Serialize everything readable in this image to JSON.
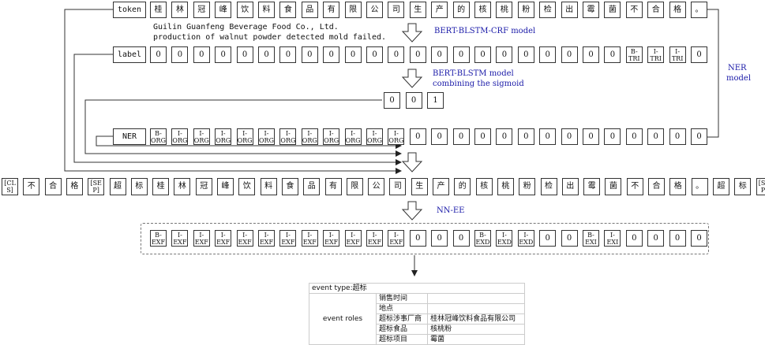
{
  "token_row": {
    "header": "token",
    "cells": [
      "桂",
      "林",
      "冠",
      "峰",
      "饮",
      "料",
      "食",
      "品",
      "有",
      "限",
      "公",
      "司",
      "生",
      "产",
      "的",
      "核",
      "桃",
      "粉",
      "检",
      "出",
      "霉",
      "菌",
      "不",
      "合",
      "格",
      "。"
    ]
  },
  "translation": "Guilin Guanfeng Beverage Food Co., Ltd. production of walnut powder detected mold failed.",
  "label_row": {
    "header": "label",
    "cells": [
      "0",
      "0",
      "0",
      "0",
      "0",
      "0",
      "0",
      "0",
      "0",
      "0",
      "0",
      "0",
      "0",
      "0",
      "0",
      "0",
      "0",
      "0",
      "0",
      "0",
      "0",
      "0",
      "B-\nTRI",
      "I-\nTRI",
      "I-\nTRI",
      "0"
    ]
  },
  "models": {
    "crf": "BERT-BLSTM-CRF model",
    "sigmoid_line1": "BERT-BLSTM model",
    "sigmoid_line2": "combining the sigmoid",
    "ner_line1": "NER",
    "ner_line2": "model",
    "nnee": "NN-EE"
  },
  "sigmoid_cells": [
    "0",
    "0",
    "1"
  ],
  "ner_row": {
    "header": "NER",
    "cells": [
      "B-\nORG",
      "I-\nORG",
      "I-\nORG",
      "I-\nORG",
      "I-\nORG",
      "I-\nORG",
      "I-\nORG",
      "I-\nORG",
      "I-\nORG",
      "I-\nORG",
      "I-\nORG",
      "I-\nORG",
      "0",
      "0",
      "0",
      "0",
      "0",
      "0",
      "0",
      "0",
      "0",
      "0",
      "0",
      "0",
      "0",
      "0"
    ]
  },
  "combined_row": [
    "[CL\nS]",
    "不",
    "合",
    "格",
    "[SE\nP]",
    "超",
    "标",
    "桂",
    "林",
    "冠",
    "峰",
    "饮",
    "料",
    "食",
    "品",
    "有",
    "限",
    "公",
    "司",
    "生",
    "产",
    "的",
    "核",
    "桃",
    "粉",
    "检",
    "出",
    "霉",
    "菌",
    "不",
    "合",
    "格",
    "。",
    "超",
    "标",
    "[SE\nP]"
  ],
  "output_row": [
    "B-\nEXF",
    "I-\nEXF",
    "I-\nEXF",
    "I-\nEXF",
    "I-\nEXF",
    "I-\nEXF",
    "I-\nEXF",
    "I-\nEXF",
    "I-\nEXF",
    "I-\nEXF",
    "I-\nEXF",
    "I-\nEXF",
    "0",
    "0",
    "0",
    "B-\nEXD",
    "I-\nEXD",
    "I-\nEXD",
    "0",
    "0",
    "B-\nEXI",
    "I-\nEXI",
    "0",
    "0",
    "0",
    "0"
  ],
  "event_table": {
    "type_label": "event type:超标",
    "roles_label": "event roles",
    "roles": [
      {
        "role": "销售时间",
        "value": ""
      },
      {
        "role": "地点",
        "value": ""
      },
      {
        "role": "超标涉事厂商",
        "value": "桂林冠峰饮料食品有限公司"
      },
      {
        "role": "超标食品",
        "value": "核桃粉"
      },
      {
        "role": "超标项目",
        "value": "霉菌"
      }
    ]
  },
  "colors": {
    "model_text": "#1a1aa8",
    "border": "#333333",
    "dash": "#777777"
  }
}
